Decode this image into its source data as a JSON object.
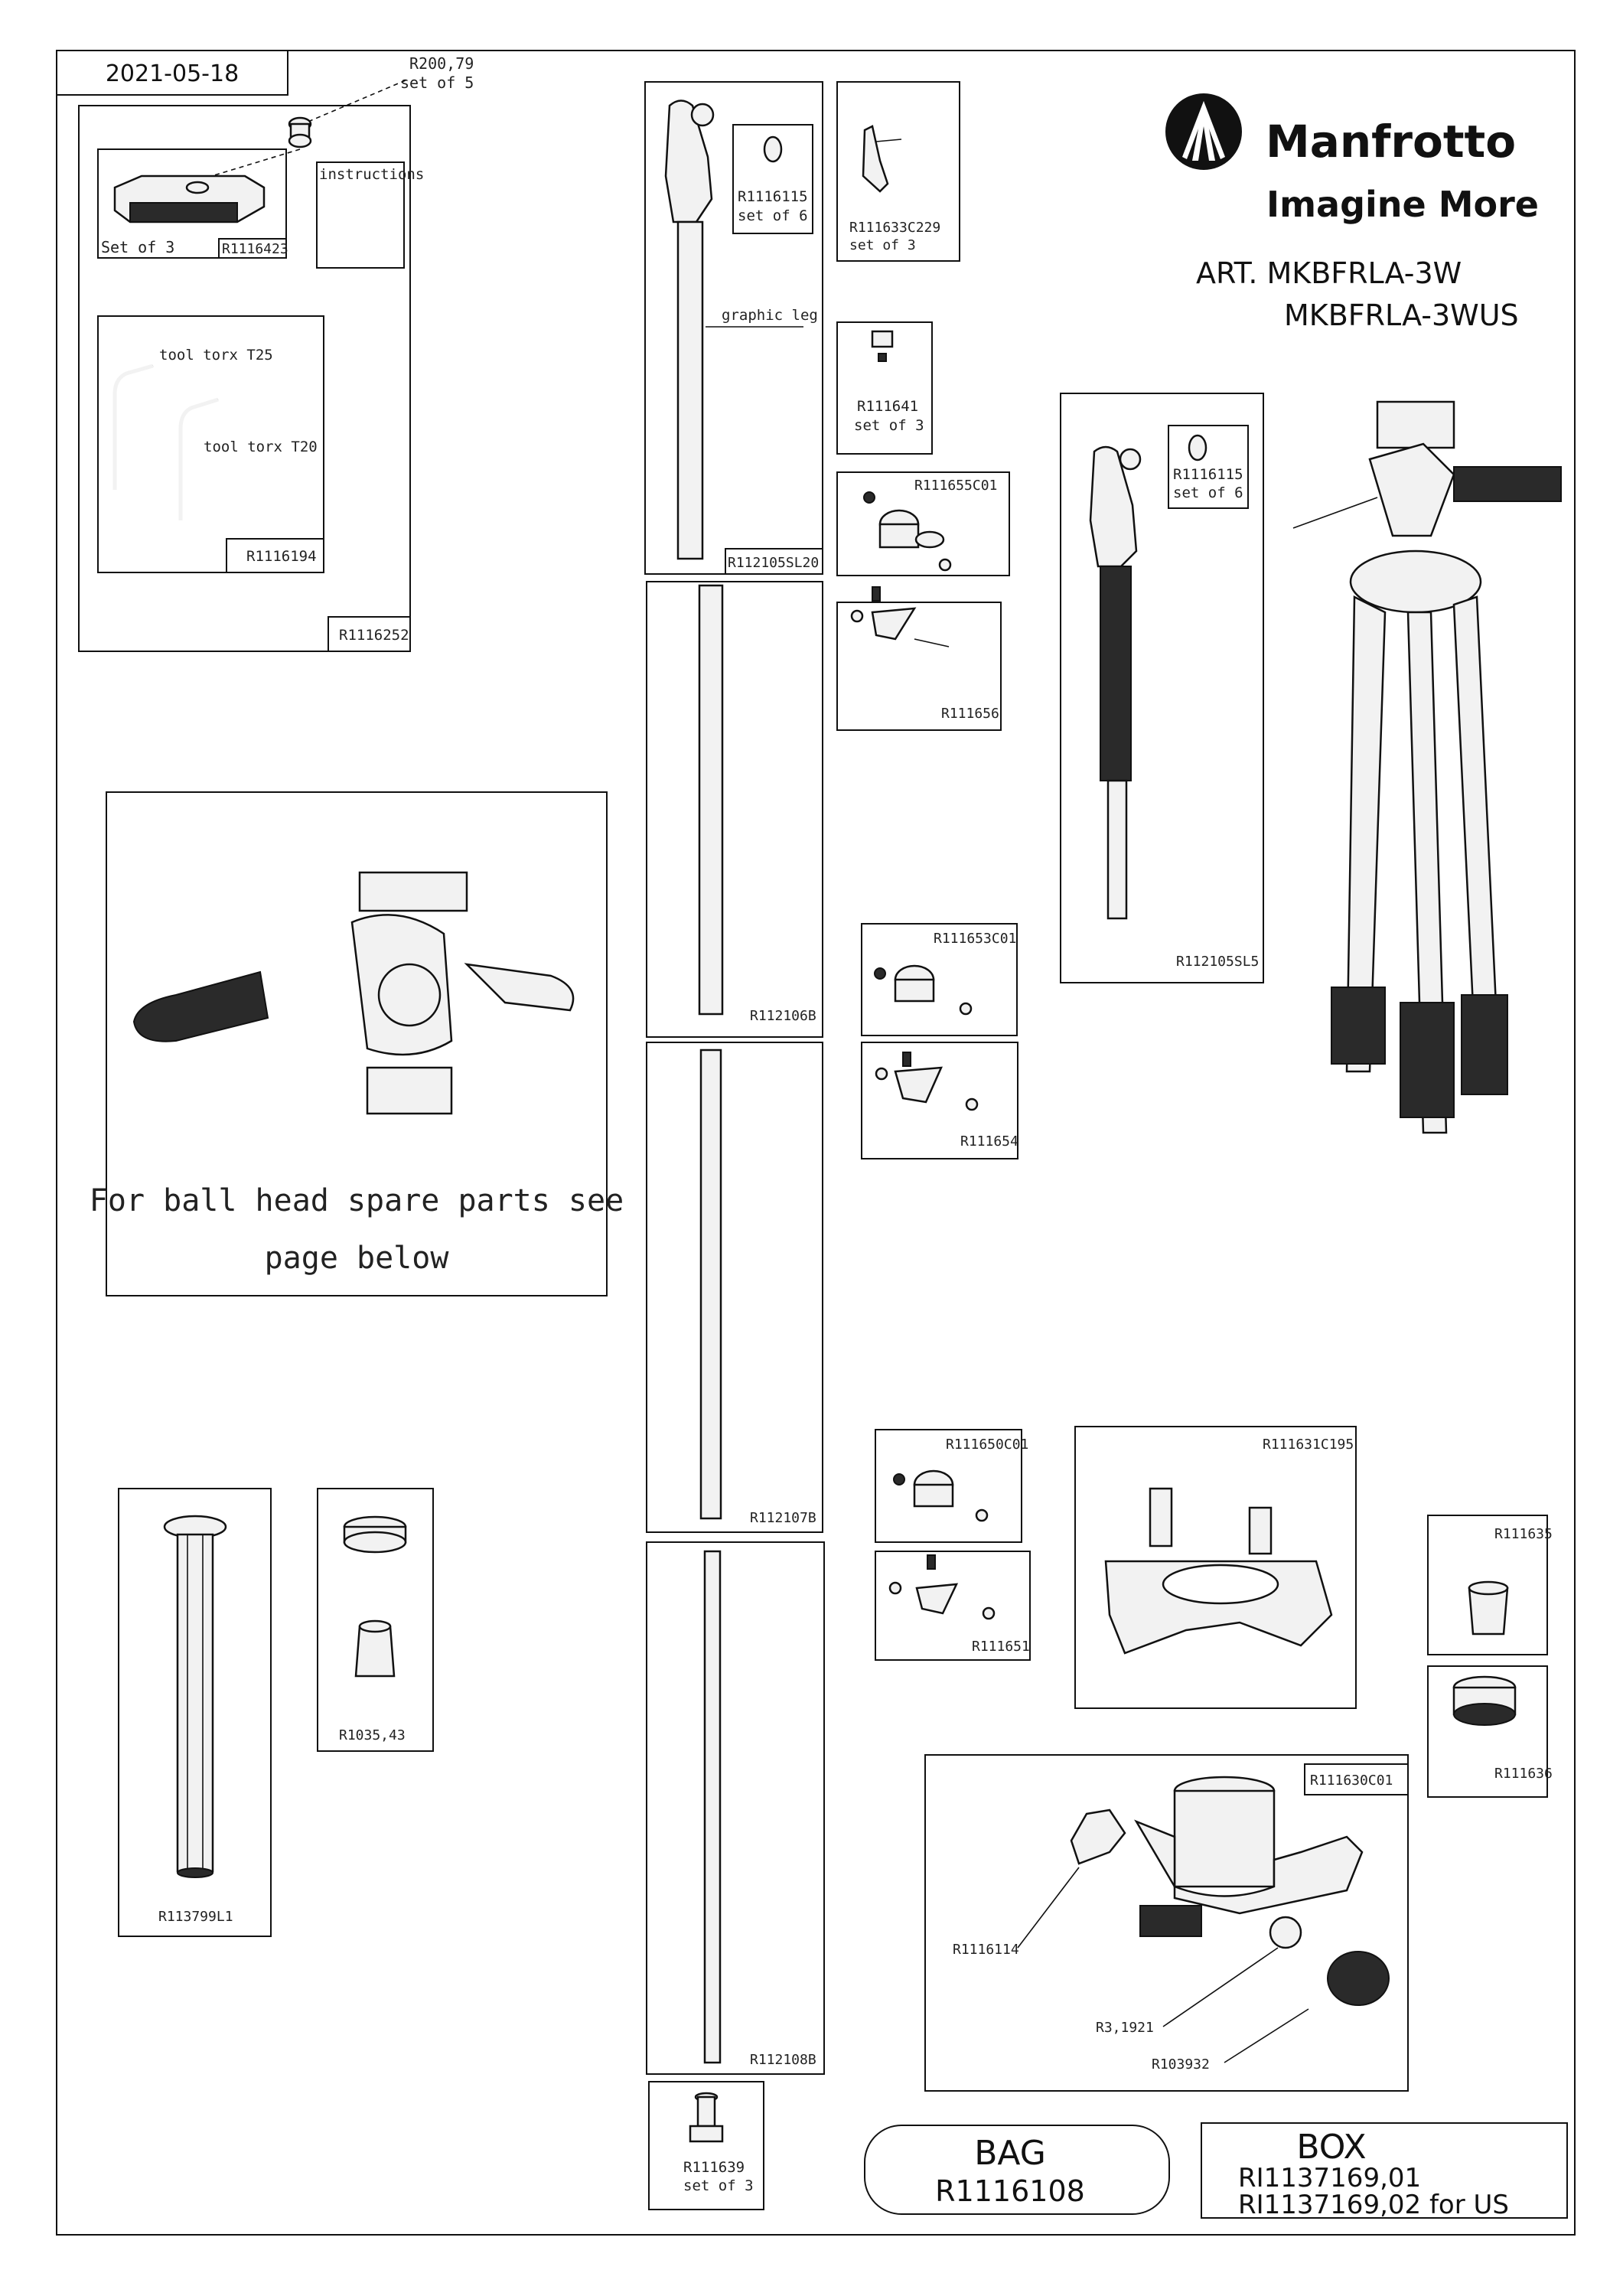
{
  "date": "2021-05-18",
  "brand": {
    "name": "Manfrotto",
    "tagline": "Imagine More"
  },
  "article": {
    "line1": "ART. MKBFRLA-3W",
    "line2": "MKBFRLA-3WUS"
  },
  "notes": {
    "ball_head_line1": "For ball head spare parts see",
    "ball_head_line2": "page below"
  },
  "labels": {
    "r200_79": "R200,79",
    "set_of_5": "set of 5",
    "set_of_3": "Set of 3",
    "r1116423": "R1116423",
    "instructions": "instructions",
    "tool_t25": "tool torx T25",
    "tool_t20": "tool torx T20",
    "r1116194": "R1116194",
    "r1116252": "R1116252",
    "r1116115": "R1116115",
    "set_of_6": "set of 6",
    "graphic_leg": "graphic leg",
    "r112105sl20": "R112105SL20",
    "r111633c229": "R111633C229",
    "set_of_3_lc": "set of 3",
    "r111641": "R111641",
    "r111655c01": "R111655C01",
    "r111656": "R111656",
    "r112105sl5": "R112105SL5",
    "r112106b": "R112106B",
    "r111653c01": "R111653C01",
    "r111654": "R111654",
    "r112107b": "R112107B",
    "r111650c01": "R111650C01",
    "r111651": "R111651",
    "r111631c195": "R111631C195",
    "r111635": "R111635",
    "r111636": "R111636",
    "r113799l1": "R113799L1",
    "r1035_43": "R1035,43",
    "r112108b": "R112108B",
    "r111630c01": "R111630C01",
    "r1116114": "R1116114",
    "r3_1921": "R3,1921",
    "r103932": "R103932",
    "r111639": "R111639"
  },
  "bag": {
    "title": "BAG",
    "code": "R1116108"
  },
  "box": {
    "title": "BOX",
    "code1": "RI1137169,01",
    "code2": "RI1137169,02 for US"
  }
}
